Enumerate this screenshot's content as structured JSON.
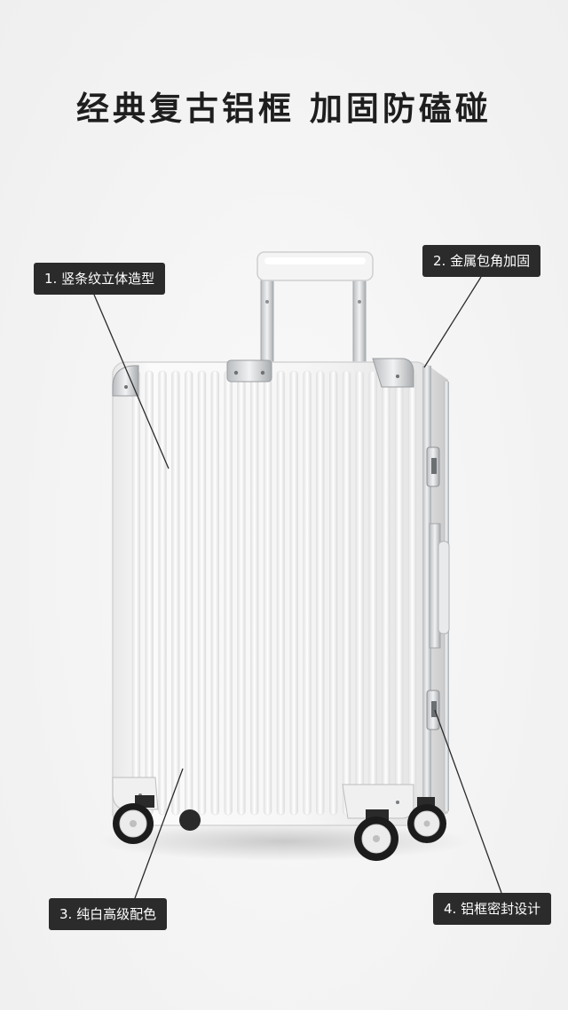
{
  "headline": "经典复古铝框 加固防磕碰",
  "callouts": [
    {
      "label": "1. 竖条纹立体造型"
    },
    {
      "label": "2. 金属包角加固"
    },
    {
      "label": "3. 纯白高级配色"
    },
    {
      "label": "4. 铝框密封设计"
    }
  ],
  "colors": {
    "background": "#f4f4f4",
    "headline": "#1e1e1e",
    "callout_background": "#2b2b2b",
    "callout_text": "#ffffff",
    "suitcase_body": "#f7f7f7",
    "aluminum_frame": "#d7d9db",
    "wheels": "#1c1c1c"
  }
}
